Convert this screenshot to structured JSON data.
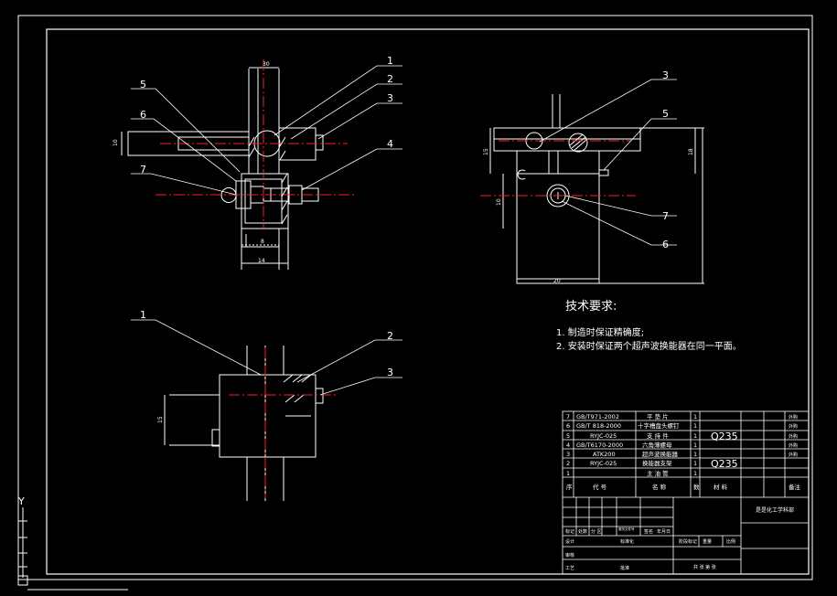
{
  "callouts": {
    "view1": [
      "1",
      "2",
      "3",
      "4",
      "5",
      "6",
      "7"
    ],
    "view2": [
      "3",
      "5",
      "7",
      "6"
    ],
    "view3": [
      "1",
      "2",
      "3"
    ]
  },
  "dims": {
    "view1": [
      "30",
      "10",
      "8",
      "14"
    ],
    "view2": [
      "15",
      "10",
      "18",
      "20"
    ],
    "view3": [
      "15"
    ]
  },
  "tech": {
    "title": "技术要求:",
    "items": [
      "1. 制造时保证精确度;",
      "2. 安装时保证两个超声波换能器在同一平面。"
    ]
  },
  "bom": {
    "rows": [
      {
        "no": "7",
        "code": "GB/T971-2002",
        "name": "平 垫 片",
        "qty": "1",
        "material": "",
        "note": "外购"
      },
      {
        "no": "6",
        "code": "GB/T 818-2000",
        "name": "十字槽盘头螺钉",
        "qty": "1",
        "material": "",
        "note": "外购"
      },
      {
        "no": "5",
        "code": "RYJC-025",
        "name": "支 持 件",
        "qty": "1",
        "material": "Q235",
        "note": "外购"
      },
      {
        "no": "4",
        "code": "GB/T6170-2000",
        "name": "六角薄螺母",
        "qty": "1",
        "material": "",
        "note": "外购"
      },
      {
        "no": "3",
        "code": "ATK200",
        "name": "超声波换能器",
        "qty": "1",
        "material": "",
        "note": "外购"
      },
      {
        "no": "2",
        "code": "RYJC-025",
        "name": "换能器支架",
        "qty": "1",
        "material": "Q235",
        "note": ""
      },
      {
        "no": "1",
        "code": "",
        "name": "主 油 管",
        "qty": "1",
        "material": "",
        "note": ""
      }
    ],
    "header": {
      "no": "序",
      "code": "代 号",
      "name": "名 称",
      "qty": "数",
      "material": "材 料",
      "note": "备注"
    },
    "title_block": {
      "drawing_title": "是是化工学科部",
      "signers": [
        "标记",
        "处数",
        "分 区",
        "更改文件号",
        "签名",
        "年月日"
      ],
      "design": "设计",
      "std": "标准化",
      "check": "审核",
      "process": "工艺",
      "approve": "批准",
      "stage": "阶段标记",
      "weight": "重量",
      "scale": "比例",
      "sheet": "共 张  第 张"
    }
  },
  "axis": {
    "y": "Y"
  },
  "colors": {
    "line": "#ffffff",
    "center": "#ff2020",
    "leader": "#ffffff",
    "background": "#000000"
  }
}
